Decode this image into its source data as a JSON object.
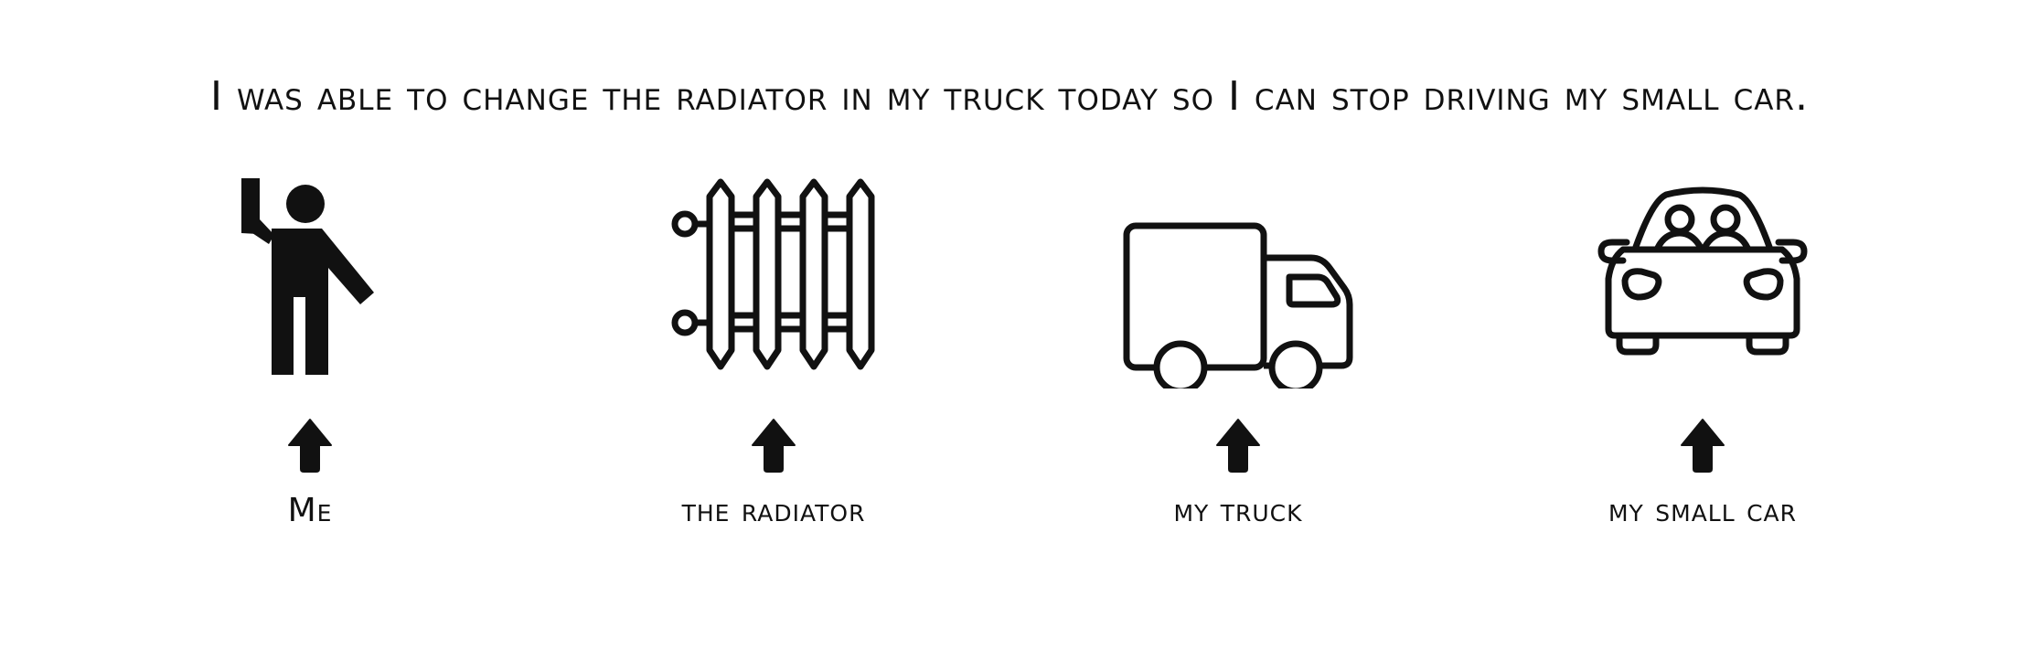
{
  "sentence": "I was able to change the radiator in my truck today so I can stop driving my small car.",
  "items": [
    {
      "label": "Me",
      "icon": "person-waving-icon"
    },
    {
      "label": "the radiator",
      "icon": "radiator-icon"
    },
    {
      "label": "my truck",
      "icon": "truck-icon"
    },
    {
      "label": "my small car",
      "icon": "car-icon"
    }
  ],
  "arrow_icon": "arrow-up-icon",
  "colors": {
    "ink": "#111111",
    "background": "#ffffff"
  }
}
